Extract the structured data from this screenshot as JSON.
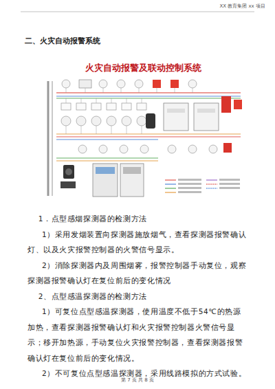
{
  "diagram": {
    "title": "火灾自动报警及联动控制系统",
    "labels": [
      "XX 教育集团 xx 项目",
      "二、火灾自动报警系统",
      "1．点型感烟探测器的检测方法",
      "1）采用发烟装置向探测器施放烟气，查看探测器报警确认灯、以及火灾报警控制器的火警信号显示。",
      "2）消除探测器内及周围烟雾，报警控制器手动复位，观察探测器报警确认灯在复位前后的变化情况",
      "2、点型感温探测器的检测方法",
      "1）可复位点型感温探测器，使用温度不低于54℃的热源加热，查看探测器报警确认灯和火灾报警控制器火警信号显示；移开加热源，手动复位火灾报警控制器，查看探测器报警确认灯在复位前后的变化情况。",
      "2）不可复位点型感温探测器，采用线路模拟的方式试验。",
      "第 7 页 共 8 页"
    ]
  }
}
